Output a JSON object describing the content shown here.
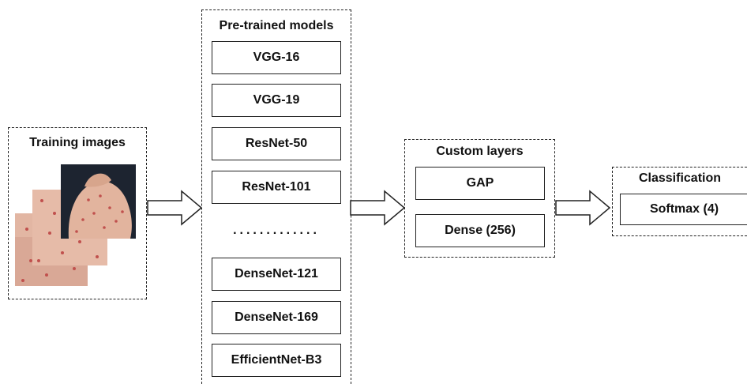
{
  "groups": {
    "training": {
      "title": "Training images"
    },
    "pretrained": {
      "title": "Pre-trained models",
      "models": [
        "VGG-16",
        "VGG-19",
        "ResNet-50",
        "ResNet-101",
        "DenseNet-121",
        "DenseNet-169",
        "EfficientNet-B3"
      ],
      "ellipsis": "............."
    },
    "custom": {
      "title": "Custom layers",
      "layers": [
        "GAP",
        "Dense (256)"
      ]
    },
    "classification": {
      "title": "Classification",
      "output": "Softmax (4)"
    }
  },
  "colors": {
    "border": "#222222",
    "skin_light": "#e7b7a3",
    "skin_mid": "#d49b86",
    "rash": "#c0504d",
    "dark_bg": "#1d2430"
  }
}
